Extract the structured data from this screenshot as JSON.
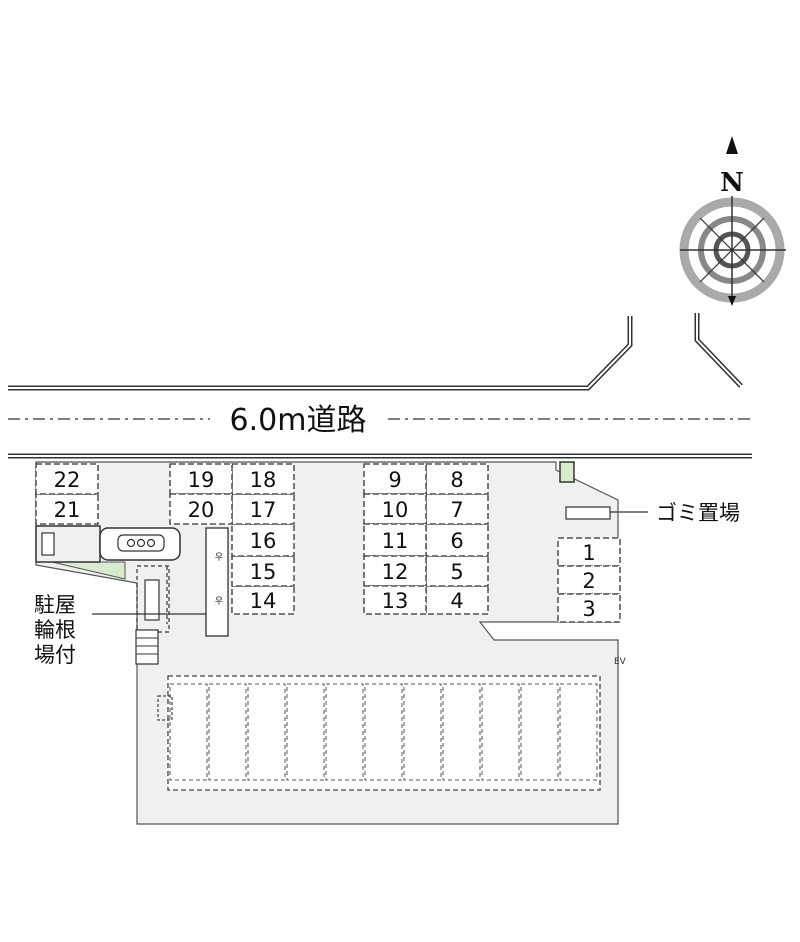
{
  "road": {
    "label": "6.0m道路"
  },
  "compass": {
    "north_label": "N"
  },
  "legend": {
    "garbage_label": "ゴミ置場",
    "bicycle_label": [
      "駐屋",
      "輪根",
      "場付"
    ]
  },
  "parking_slots": [
    "1",
    "2",
    "3",
    "4",
    "5",
    "6",
    "7",
    "8",
    "9",
    "10",
    "11",
    "12",
    "13",
    "14",
    "15",
    "16",
    "17",
    "18",
    "19",
    "20",
    "21",
    "22"
  ],
  "colors": {
    "lot": "#f0f0f0",
    "line": "#333333",
    "green": "#d8ebcf"
  }
}
